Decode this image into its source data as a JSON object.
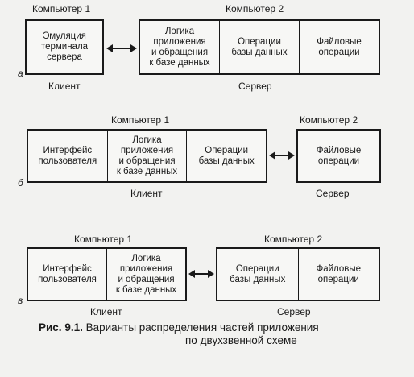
{
  "variants": [
    {
      "letter": "а",
      "computer_labels": [
        "Компьютер 1",
        "Компьютер 2"
      ],
      "box1_cells": [
        "Эмуляция\nтерминала\nсервера"
      ],
      "box2_cells": [
        "Логика\nприложения\nи обращения\nк базе данных",
        "Операции\nбазы данных",
        "Файловые\nоперации"
      ],
      "role_labels": [
        "Клиент",
        "Сервер"
      ]
    },
    {
      "letter": "б",
      "computer_labels": [
        "Компьютер 1",
        "Компьютер 2"
      ],
      "box1_cells": [
        "Интерфейс\nпользователя",
        "Логика\nприложения\nи обращения\nк базе данных",
        "Операции\nбазы данных"
      ],
      "box2_cells": [
        "Файловые\nоперации"
      ],
      "role_labels": [
        "Клиент",
        "Сервер"
      ]
    },
    {
      "letter": "в",
      "computer_labels": [
        "Компьютер 1",
        "Компьютер 2"
      ],
      "box1_cells": [
        "Интерфейс\nпользователя",
        "Логика\nприложения\nи обращения\nк базе данных"
      ],
      "box2_cells": [
        "Операции\nбазы данных",
        "Файловые\nоперации"
      ],
      "role_labels": [
        "Клиент",
        "Сервер"
      ]
    }
  ],
  "caption": {
    "figure_label": "Рис. 9.1.",
    "line1": "Варианты распределения частей приложения",
    "line2": "по двухзвенной схеме"
  }
}
